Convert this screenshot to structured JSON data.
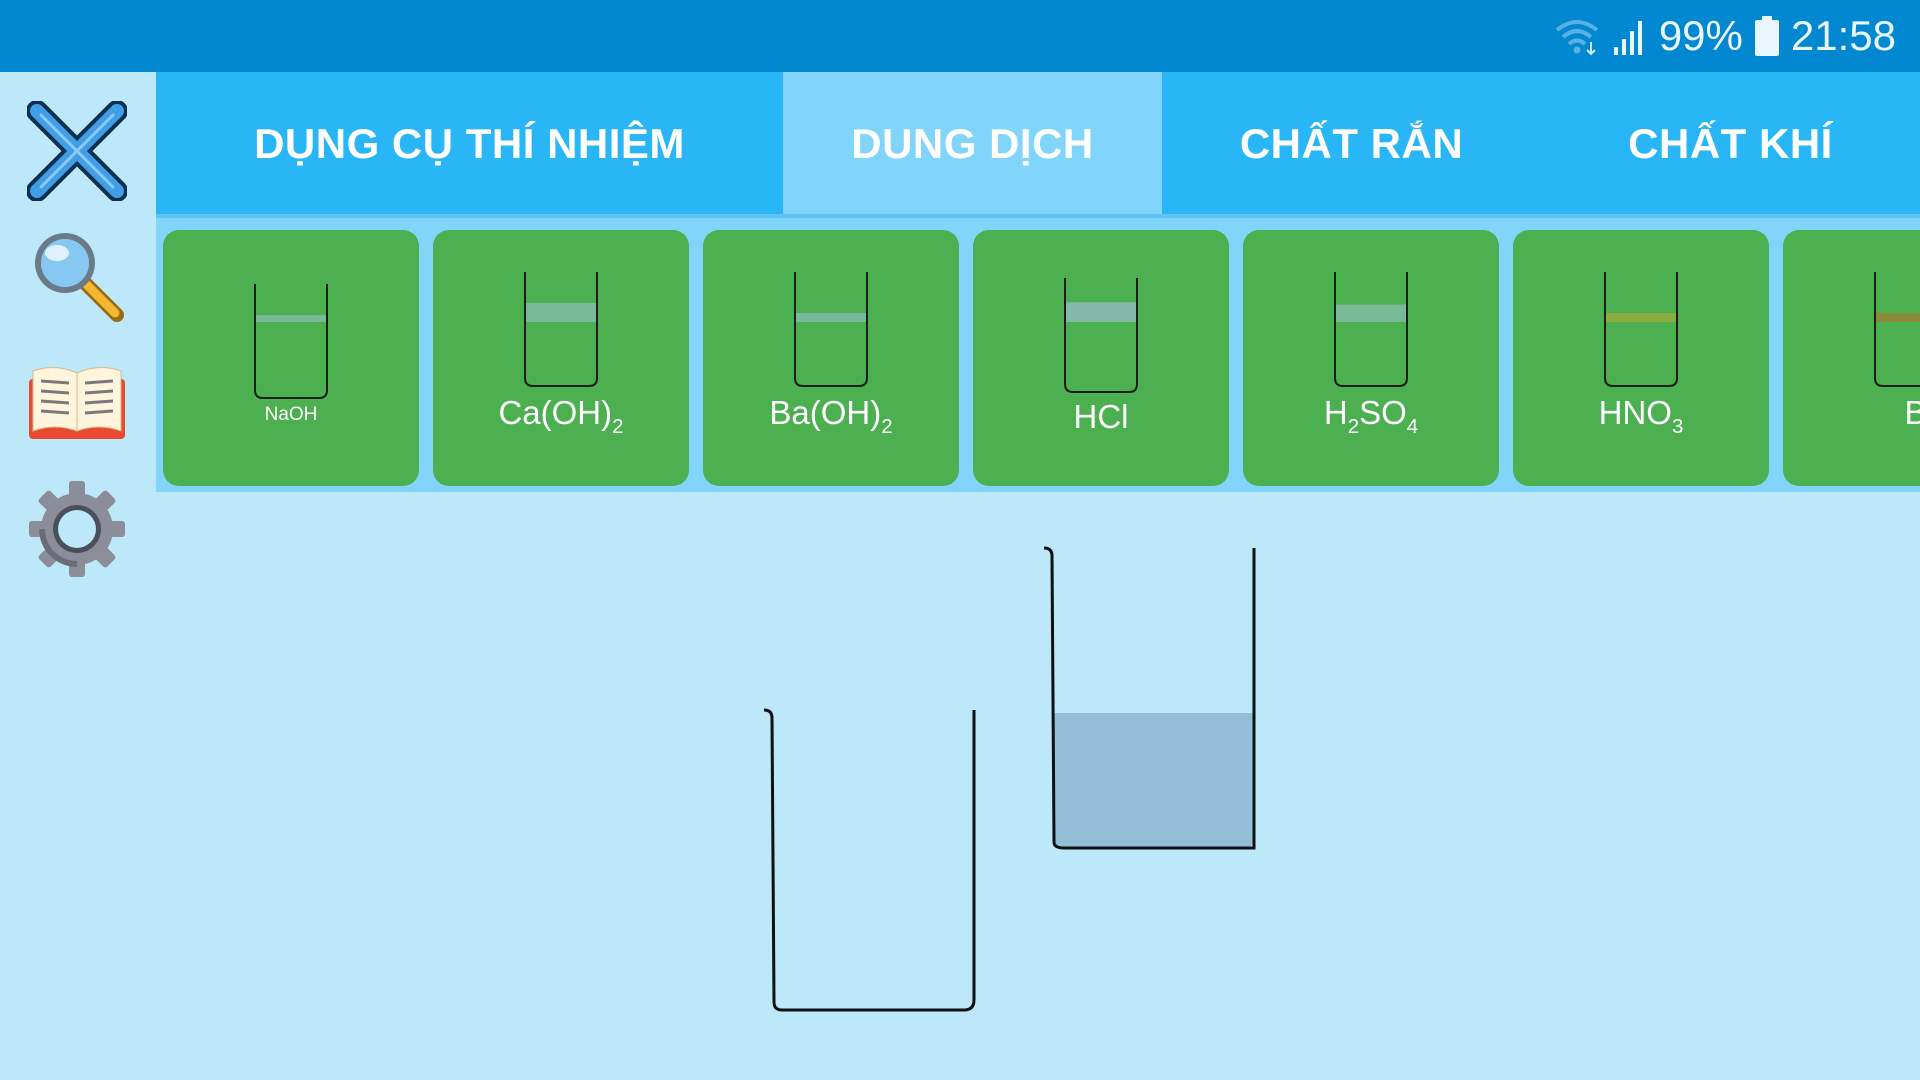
{
  "status_bar": {
    "battery": "99%",
    "time": "21:58",
    "icons": [
      "wifi-icon",
      "signal-icon",
      "battery-icon"
    ]
  },
  "sidebar": {
    "buttons": [
      {
        "name": "close-button",
        "icon": "close-x-icon"
      },
      {
        "name": "search-button",
        "icon": "magnifier-icon"
      },
      {
        "name": "book-button",
        "icon": "open-book-icon"
      },
      {
        "name": "settings-button",
        "icon": "gear-icon"
      }
    ]
  },
  "tabs": [
    {
      "label": "DỤNG CỤ THÍ NHIỆM",
      "active": false
    },
    {
      "label": "DUNG DỊCH",
      "active": true
    },
    {
      "label": "CHẤT RẮN",
      "active": false
    },
    {
      "label": "CHẤT KHÍ",
      "active": false
    }
  ],
  "chemicals": [
    {
      "base": "NaOH",
      "liquid_level": 0.18,
      "liquid_color": "#7ab89a"
    },
    {
      "base": "Ca(OH)",
      "sub": "2",
      "liquid_level": 0.38,
      "liquid_color": "#7ab89a"
    },
    {
      "base": "Ba(OH)",
      "sub": "2",
      "liquid_level": 0.18,
      "liquid_color": "#7ab89a"
    },
    {
      "base": "HCl",
      "liquid_level": 0.45,
      "liquid_color": "#84b8a8"
    },
    {
      "base": "H",
      "sub": "2",
      "base2": "SO",
      "sub2": "4",
      "liquid_level": 0.35,
      "liquid_color": "#7ab89a"
    },
    {
      "base": "HNO",
      "sub": "3",
      "liquid_level": 0.18,
      "liquid_color": "#8bac3e"
    },
    {
      "base": "Br",
      "liquid_level": 0.18,
      "liquid_color": "#8a8a3a"
    }
  ],
  "workspace": {
    "beakers": [
      {
        "name": "empty-beaker",
        "liquid_level": 0
      },
      {
        "name": "filled-beaker",
        "liquid_level": 0.45,
        "liquid_color": "#93bed6"
      }
    ]
  },
  "colors": {
    "status_bar": "#0288d1",
    "tab_bar": "#29b6f6",
    "tab_active": "#81d4fa",
    "card": "#4caf50",
    "background": "#bce8f9"
  }
}
